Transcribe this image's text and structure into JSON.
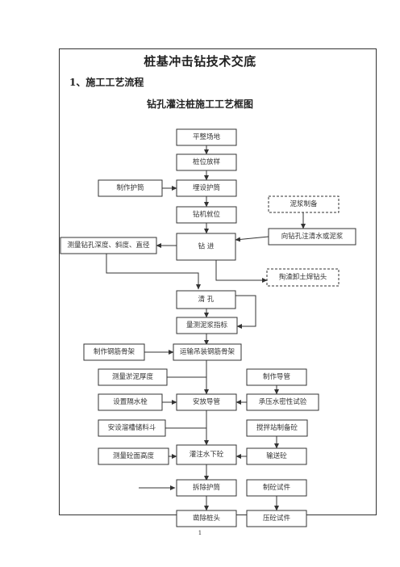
{
  "title": "桩基冲击钻技术交底",
  "section_heading": "1、施工工艺流程",
  "chart_title": "钻孔灌注桩施工工艺框图",
  "flow": {
    "site_leveling": "平整场地",
    "pile_layout": "桩位放样",
    "make_casing": "制作护筒",
    "bury_casing": "埋设护筒",
    "mud_prep": "泥浆制备",
    "rig_position": "钻机就位",
    "inject_water": "向钻孔注清水或泥浆",
    "measure_hole": "测量钻孔深度、斜度、直径",
    "drilling": "钻  进",
    "fish_slag": "掏渣卸土焊钻头",
    "clean_hole": "清  孔",
    "mud_index": "量测泥浆指标",
    "make_cage": "制作钢筋骨架",
    "hoist_cage": "运输吊装钢筋骨架",
    "sediment_thickness": "测量淤泥厚度",
    "make_pipe": "制作导管",
    "set_plug": "设置隔水栓",
    "install_pipe": "安放导管",
    "pressure_test": "承压水密性试验",
    "install_hopper": "安设溜槽储料斗",
    "mix_concrete": "搅拌站制备砼",
    "measure_concrete_height": "测量砼面高度",
    "pour_concrete": "灌注水下砼",
    "transport_concrete": "输送砼",
    "remove_casing": "拆除护筒",
    "make_specimen": "制砼试件",
    "remove_pile_head": "凿除桩头",
    "press_specimen": "压砼试件"
  },
  "page_number": "1"
}
